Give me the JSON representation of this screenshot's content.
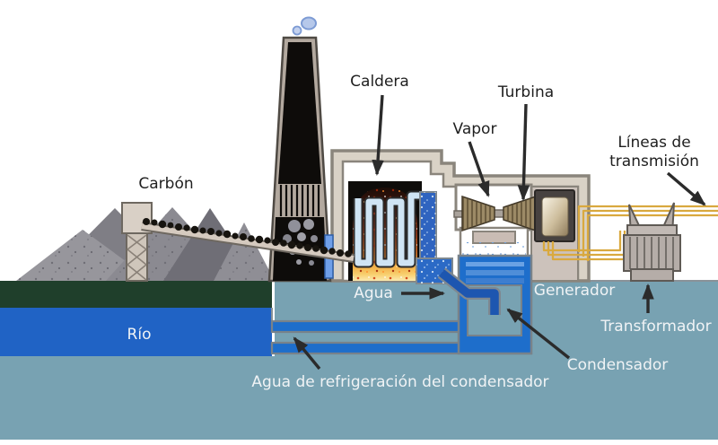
{
  "labels": {
    "carbon": "Carbón",
    "caldera": "Caldera",
    "vapor": "Vapor",
    "turbina": "Turbina",
    "lineas_line1": "Líneas de",
    "lineas_line2": "transmisión",
    "agua": "Agua",
    "generador": "Generador",
    "rio": "Río",
    "transformador": "Transformador",
    "condensador": "Condensador",
    "agua_refrigeracion": "Agua de refrigeración del condensador"
  },
  "colors": {
    "river_blue": "#2063c5",
    "water_teal": "#78a2b2",
    "bank_green": "#1f3f2b",
    "building_cream": "#d9d2c6",
    "pipe_blue": "#1e6ecb",
    "fire_orange": "#e8702a",
    "wire_gold": "#d9a93f",
    "label_dark": "#1f1f1f",
    "label_light": "#f0f3f5"
  }
}
